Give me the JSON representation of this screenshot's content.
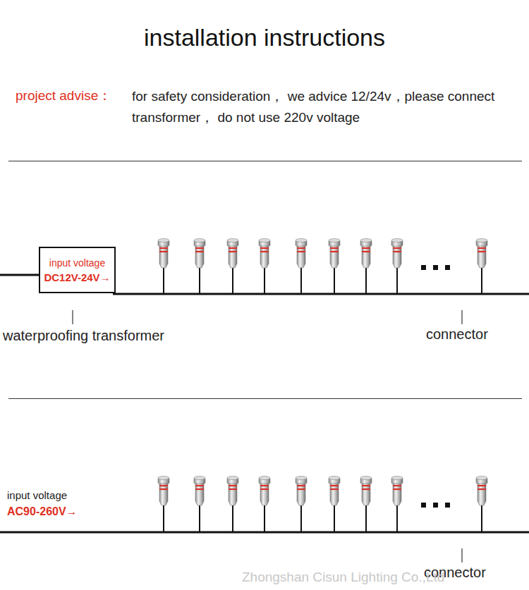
{
  "diagram": {
    "title": "installation instructions",
    "nodes": [
      {
        "text": [
          "input voltage",
          "DC12V-24V→"
        ]
      }
    ],
    "labels": [
      "project advise：",
      "for safety consideration， we advice 12/24v，please connect transformer， do not use 220v voltage",
      "waterproofing transformer",
      "connector",
      "input voltage",
      "AC90-260V→",
      "connector",
      "Zhongshan Cisun Lighting Co.,Ltd"
    ]
  }
}
